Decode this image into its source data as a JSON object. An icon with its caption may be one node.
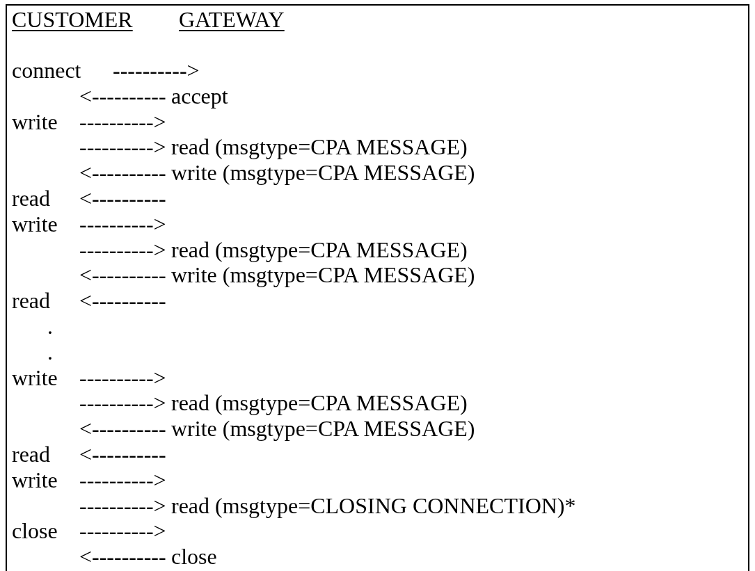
{
  "diagram": {
    "labels": [
      "CUSTOMER",
      "GATEWAY",
      "connect",
      "---------->",
      "<----------",
      "accept",
      "write",
      "---------->",
      "---------->",
      "read (msgtype=CPA MESSAGE)",
      "<----------",
      "write (msgtype=CPA MESSAGE)",
      "read",
      "<----------",
      "write",
      "---------->",
      "---------->",
      "read (msgtype=CPA MESSAGE)",
      "<----------",
      "write (msgtype=CPA MESSAGE)",
      "read",
      "<----------",
      ".",
      ".",
      "write",
      "---------->",
      "---------->",
      "read (msgtype=CPA MESSAGE)",
      "<----------",
      "write (msgtype=CPA MESSAGE)",
      "read",
      "<----------",
      "write",
      "---------->",
      "---------->",
      "read (msgtype=CLOSING CONNECTION)*",
      "close",
      "---------->",
      "<----------",
      "close"
    ]
  }
}
